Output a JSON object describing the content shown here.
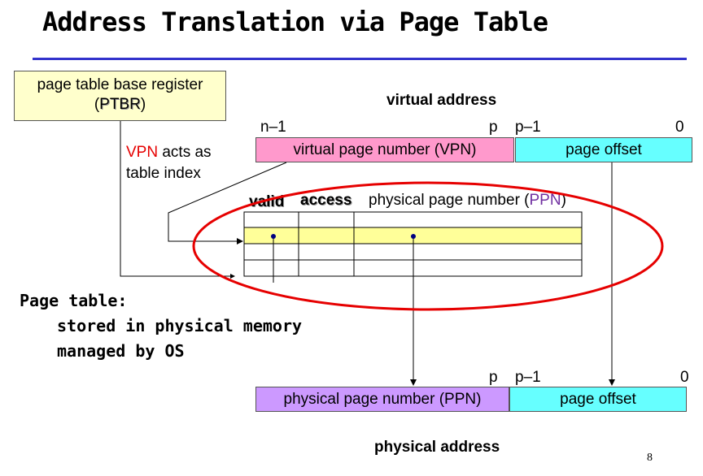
{
  "title": "Address Translation via Page Table",
  "ptbr": {
    "line1": "page table base register",
    "open": "(",
    "abbr": "PTBR",
    "close": ")"
  },
  "virtual": {
    "label": "virtual address",
    "bit_n1": "n–1",
    "bit_p": "p",
    "bit_p1": "p–1",
    "bit_0": "0",
    "vpn_field": "virtual page number (VPN)",
    "offset_field": "page offset"
  },
  "vpn_note": {
    "vpn": "VPN",
    "rest": " acts as",
    "line2": "table index"
  },
  "table": {
    "col_valid": "valid",
    "col_access": "access",
    "col_ppn_pre": "physical page number (",
    "col_ppn_abbr": "PPN",
    "col_ppn_post": ")"
  },
  "note": {
    "heading": "Page table:",
    "line1": "stored in physical memory",
    "line2": "managed by OS"
  },
  "physical": {
    "bit_p": "p",
    "bit_p1": "p–1",
    "bit_0": "0",
    "ppn_field": "physical page number (PPN)",
    "offset_field": "page offset",
    "label": "physical address"
  },
  "page_number": "8",
  "colors": {
    "rule": "#3333cc",
    "ptbr_fill": "#ffffcc",
    "vpn_fill": "#ff99cc",
    "offset_fill": "#66ffff",
    "ppn_fill": "#cc99ff",
    "row_highlight": "#ffff99",
    "ellipse": "#e60000",
    "dot": "#000080"
  }
}
